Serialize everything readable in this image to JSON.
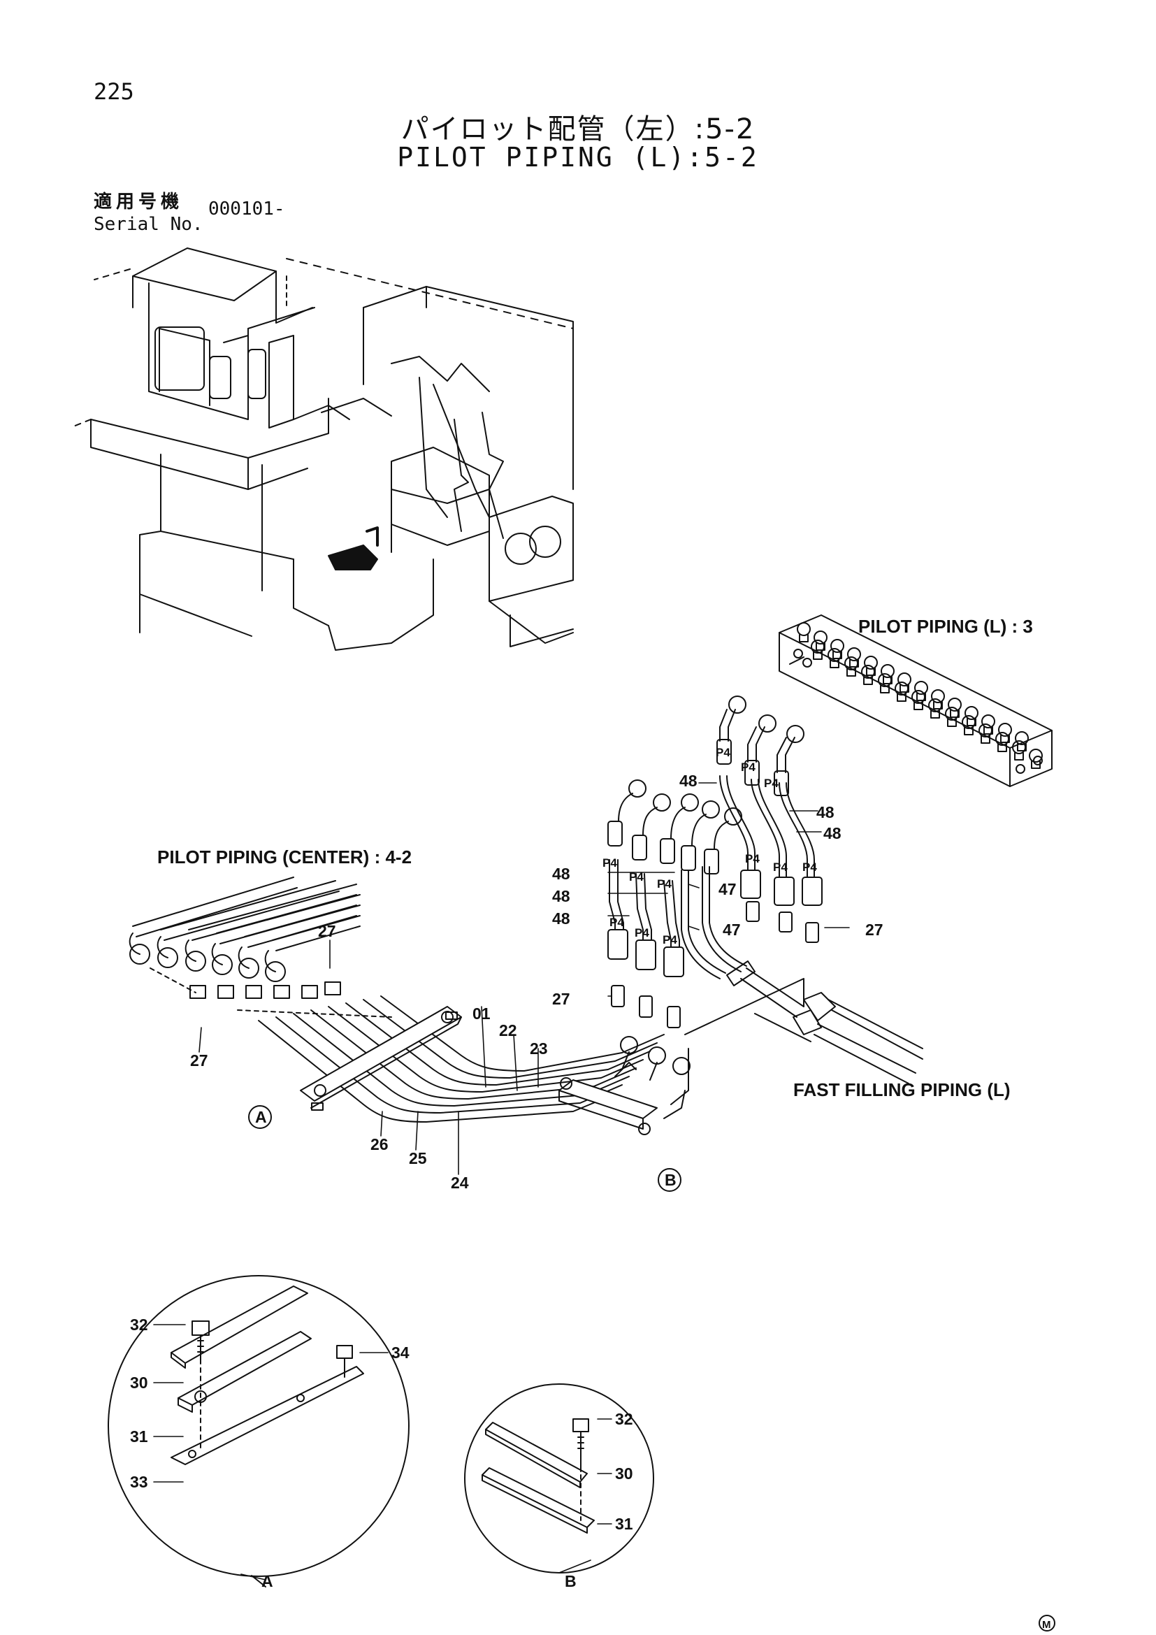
{
  "header": {
    "page_number": "225",
    "title_jp": "パイロット配管（左）:5-2",
    "title_en": "PILOT PIPING (L):5-2",
    "serial_label_jp": "適用号機",
    "serial_label_en": "Serial No.",
    "serial_value": "000101-"
  },
  "references": {
    "pilot_l3": "PILOT PIPING (L) : 3",
    "pilot_center": "PILOT PIPING (CENTER) : 4-2",
    "fast_filling": "FAST FILLING PIPING (L)"
  },
  "callouts": {
    "c01": "01",
    "c22": "22",
    "c23": "23",
    "c24": "24",
    "c25": "25",
    "c26": "26",
    "c27": "27",
    "c30": "30",
    "c31": "31",
    "c32": "32",
    "c33": "33",
    "c34": "34",
    "c47": "47",
    "c48": "48",
    "p4": "P4",
    "A": "A",
    "B": "B"
  },
  "footer": {
    "mark": "M"
  }
}
